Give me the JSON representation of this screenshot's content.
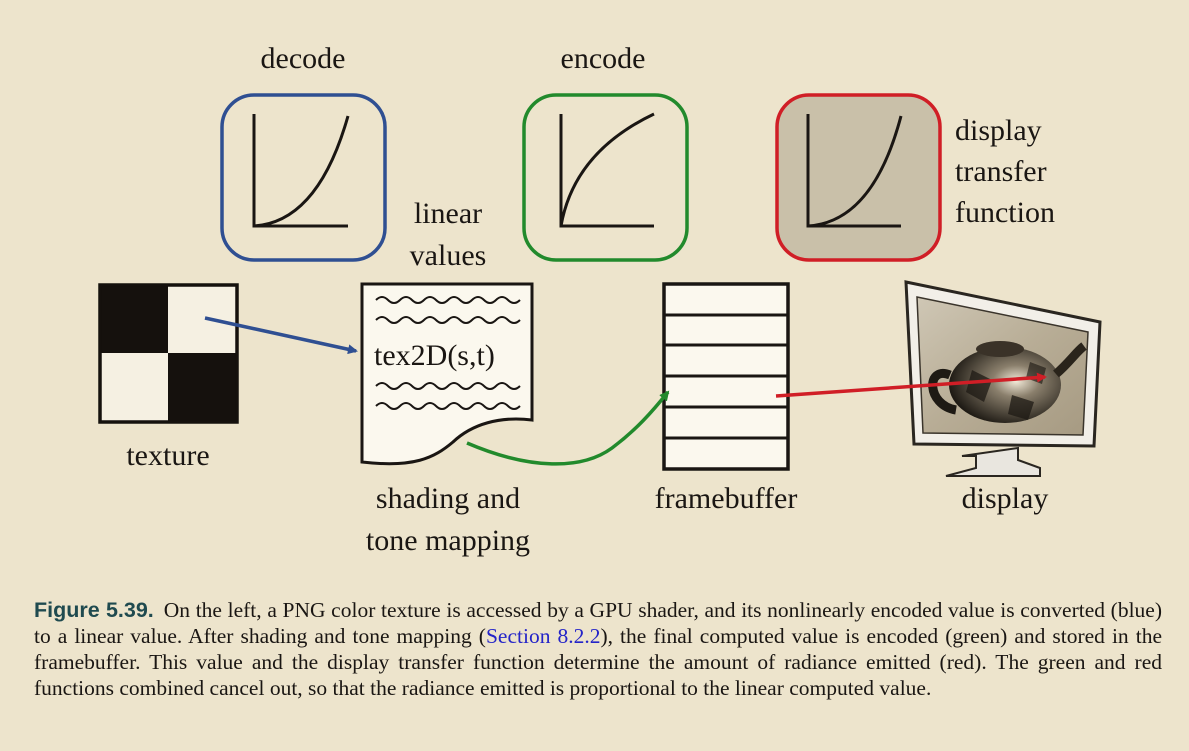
{
  "diagram": {
    "curves": {
      "decode_label": "decode",
      "encode_label": "encode",
      "display_lines": [
        "display",
        "transfer",
        "function"
      ]
    },
    "linear_lines": [
      "linear",
      "values"
    ],
    "shader_code": "tex2D(s,t)",
    "labels": {
      "texture": "texture",
      "shading_lines": [
        "shading and",
        "tone mapping"
      ],
      "framebuffer": "framebuffer",
      "display": "display"
    },
    "colors": {
      "decode": "#2f4f92",
      "encode": "#228a2c",
      "display": "#d01e26",
      "display_fill": "#c9c0a9",
      "background": "#ede4cc"
    }
  },
  "caption": {
    "label": "Figure 5.39.",
    "text_before_link": "On the left, a PNG color texture is accessed by a GPU shader, and its nonlinearly encoded value is converted (blue) to a linear value. After shading and tone mapping (",
    "link": "Section 8.2.2",
    "text_after_link": "), the final computed value is encoded (green) and stored in the framebuffer. This value and the display transfer function determine the amount of radiance emitted (red). The green and red functions combined cancel out, so that the radiance emitted is proportional to the linear computed value."
  }
}
